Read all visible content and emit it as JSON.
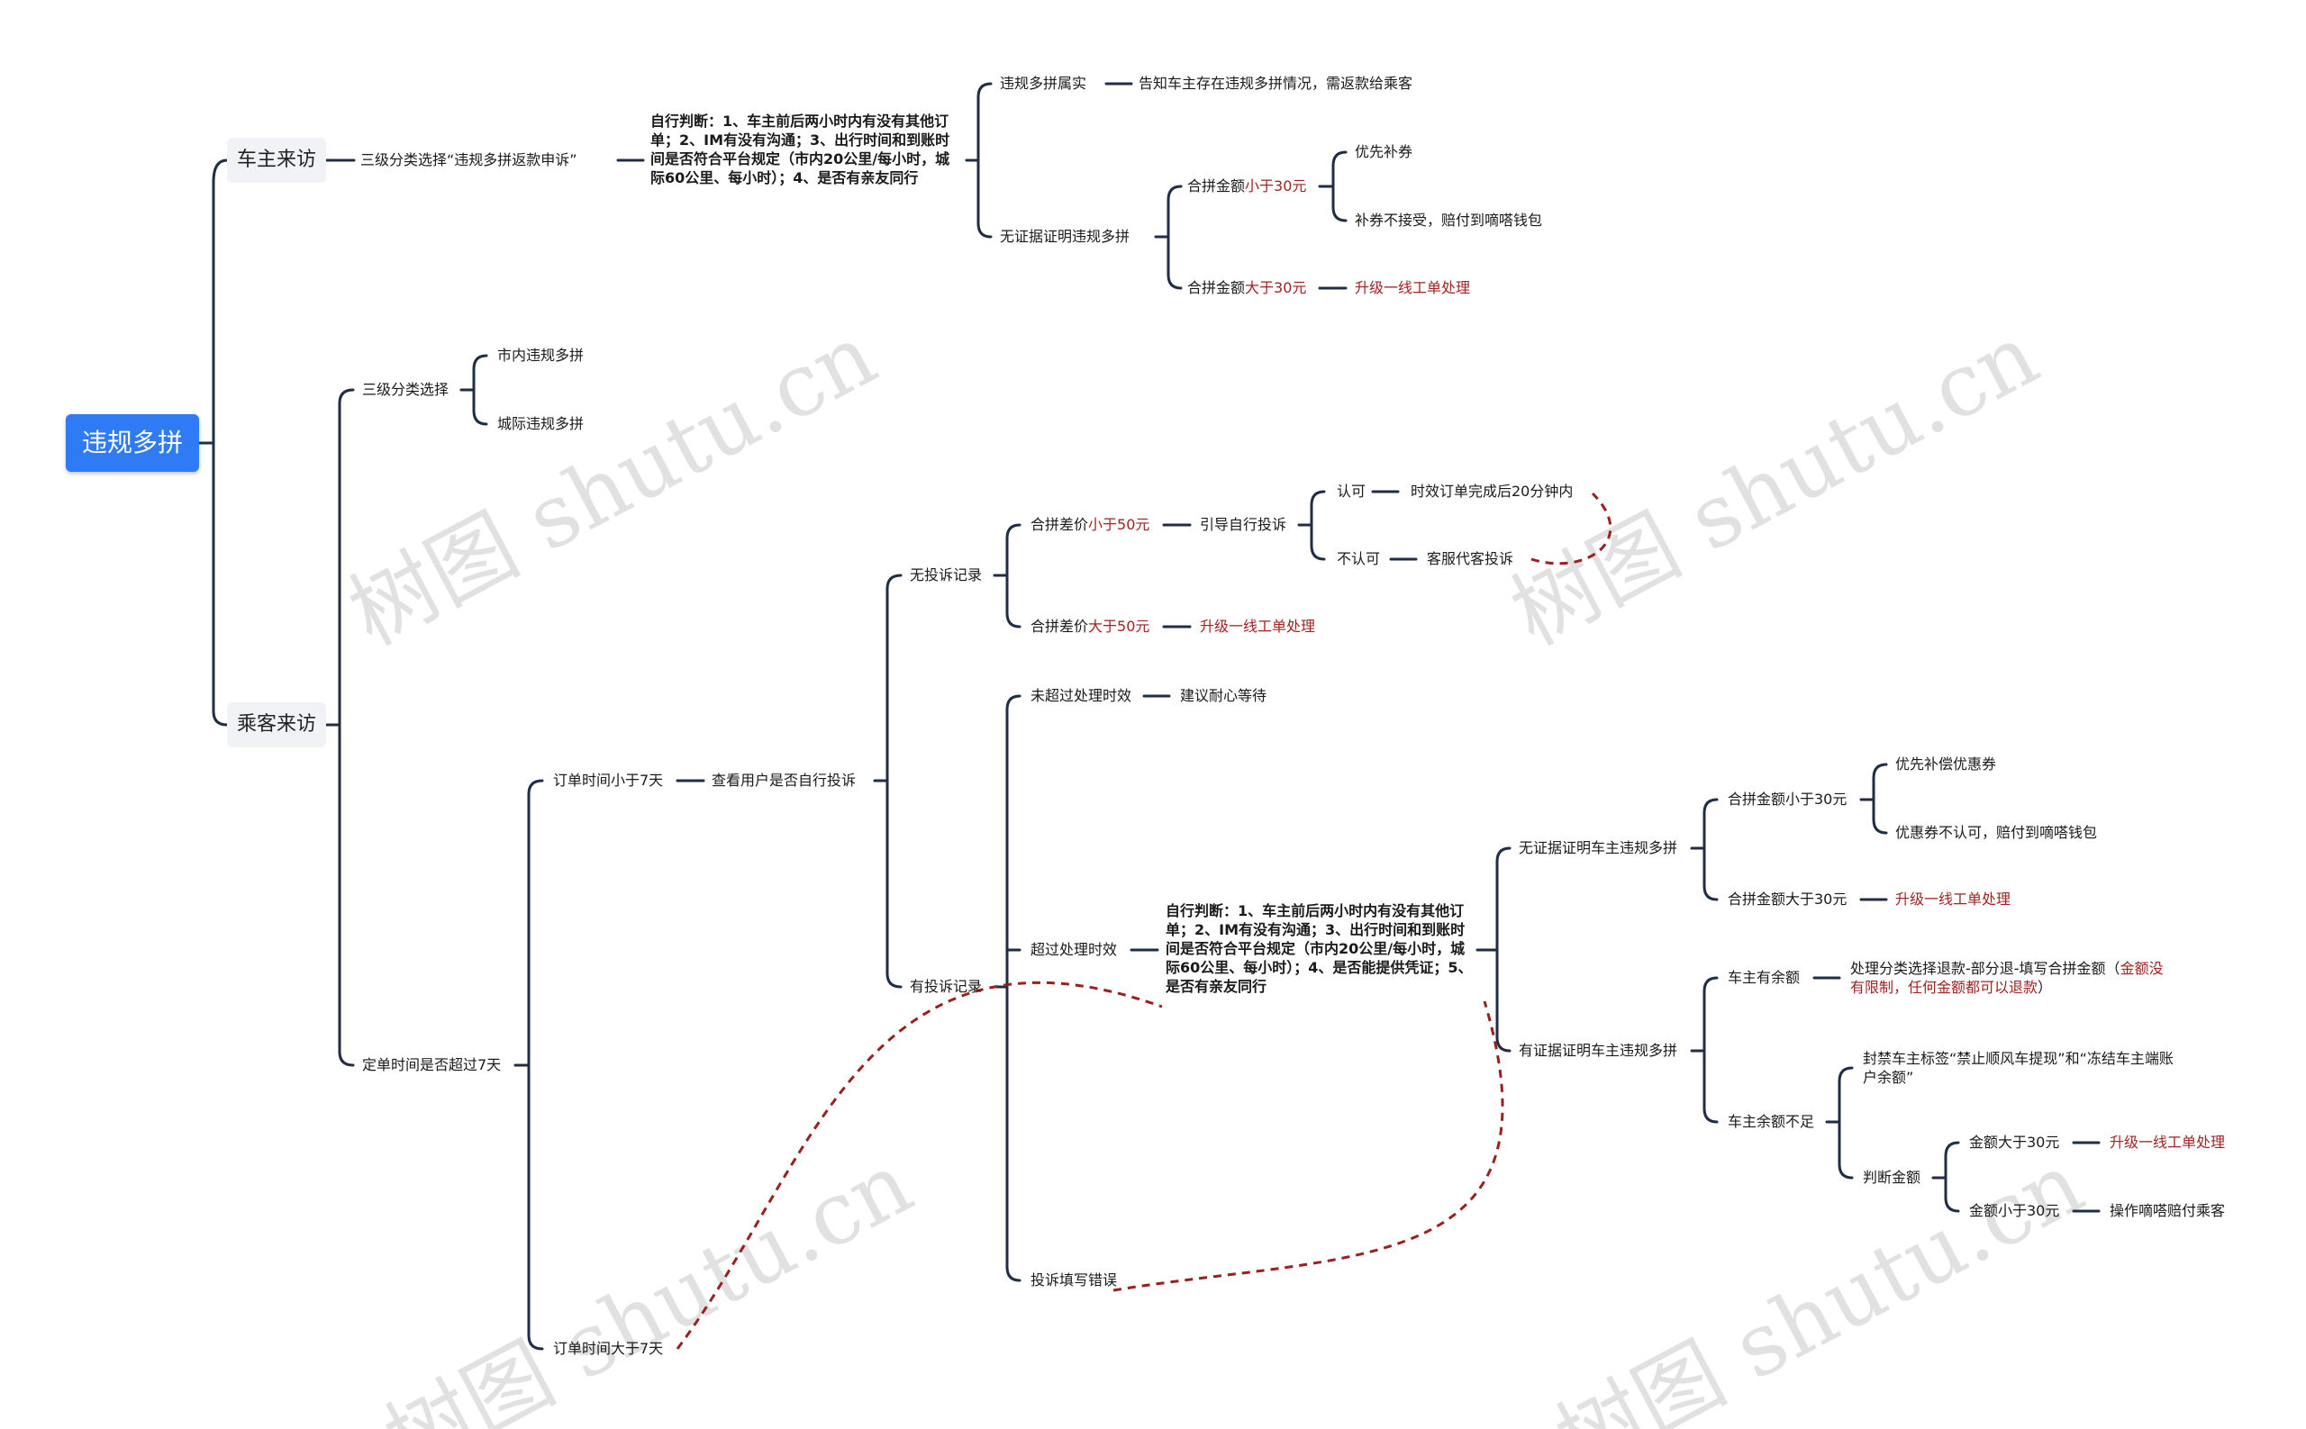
{
  "colors": {
    "accent": "#2f7bf5",
    "line": "#1f2e45",
    "highlight": "#a02222",
    "node_bg": "#f0f2f5",
    "dash": "#9a1f1f"
  },
  "watermark": "树图 shutu.cn",
  "root": "违规多拼",
  "owner": {
    "label": "车主来访",
    "l2": "三级分类选择“违规多拼返款申诉”",
    "judge": "自行判断：1、车主前后两小时内有没有其他订单；2、IM有没有沟通；3、出行时间和到账时间是否符合平台规定（市内20公里/每小时，城际60公里、每小时）；4、是否有亲友同行",
    "fact": "违规多拼属实",
    "fact_result": "告知车主存在违规多拼情况，需返款给乘客",
    "noevidence": "无证据证明违规多拼",
    "amt_lt_prefix": "合拼金额",
    "amt_lt_hl": "小于30元",
    "coupon_first": "优先补券",
    "coupon_reject": "补券不接受，赔付到嘀嗒钱包",
    "amt_gt_prefix": "合拼金额",
    "amt_gt_hl": "大于30元",
    "upgrade": "升级一线工单处理"
  },
  "passenger": {
    "label": "乘客来访",
    "cls3": "三级分类选择",
    "city_in": "市内违规多拼",
    "city_cross": "城际违规多拼",
    "over7": "定单时间是否超过7天",
    "lt7": "订单时间小于7天",
    "check": "查看用户是否自行投诉",
    "no_complaint": "无投诉记录",
    "diff_lt_prefix": "合拼差价",
    "diff_lt_hl": "小于50元",
    "guide": "引导自行投诉",
    "approve": "认可",
    "within20": "时效订单完成后20分钟内",
    "disapprove": "不认可",
    "agent": "客服代客投诉",
    "diff_gt_prefix": "合拼差价",
    "diff_gt_hl": "大于50元",
    "upgrade": "升级一线工单处理",
    "has_complaint": "有投诉记录",
    "not_expired": "未超过处理时效",
    "wait": "建议耐心等待",
    "expired": "超过处理时效",
    "judge": "自行判断：1、车主前后两小时内有没有其他订单；2、IM有没有沟通；3、出行时间和到账时间是否符合平台规定（市内20公里/每小时，城际60公里、每小时）；4、是否能提供凭证；5、是否有亲友同行",
    "no_evidence": "无证据证明车主违规多拼",
    "amt_lt": "合拼金额小于30元",
    "comp_first": "优先补偿优惠券",
    "comp_reject": "优惠券不认可，赔付到嘀嗒钱包",
    "amt_gt": "合拼金额大于30元",
    "upgrade2": "升级一线工单处理",
    "has_evidence": "有证据证明车主违规多拼",
    "has_balance": "车主有余额",
    "refund_prefix": "处理分类选择退款-部分退-填写合拼金额（",
    "refund_hl": "金额没有限制，任何金额都可以退款",
    "refund_suffix": "）",
    "insufficient": "车主余额不足",
    "ban": "封禁车主标签“禁止顺风车提现”和“冻结车主端账户余额”",
    "judge_amt": "判断金额",
    "gt30": "金额大于30元",
    "upgrade3": "升级一线工单处理",
    "lt30": "金额小于30元",
    "operate": "操作嘀嗒赔付乘客",
    "complaint_error": "投诉填写错误",
    "gt7": "订单时间大于7天"
  }
}
